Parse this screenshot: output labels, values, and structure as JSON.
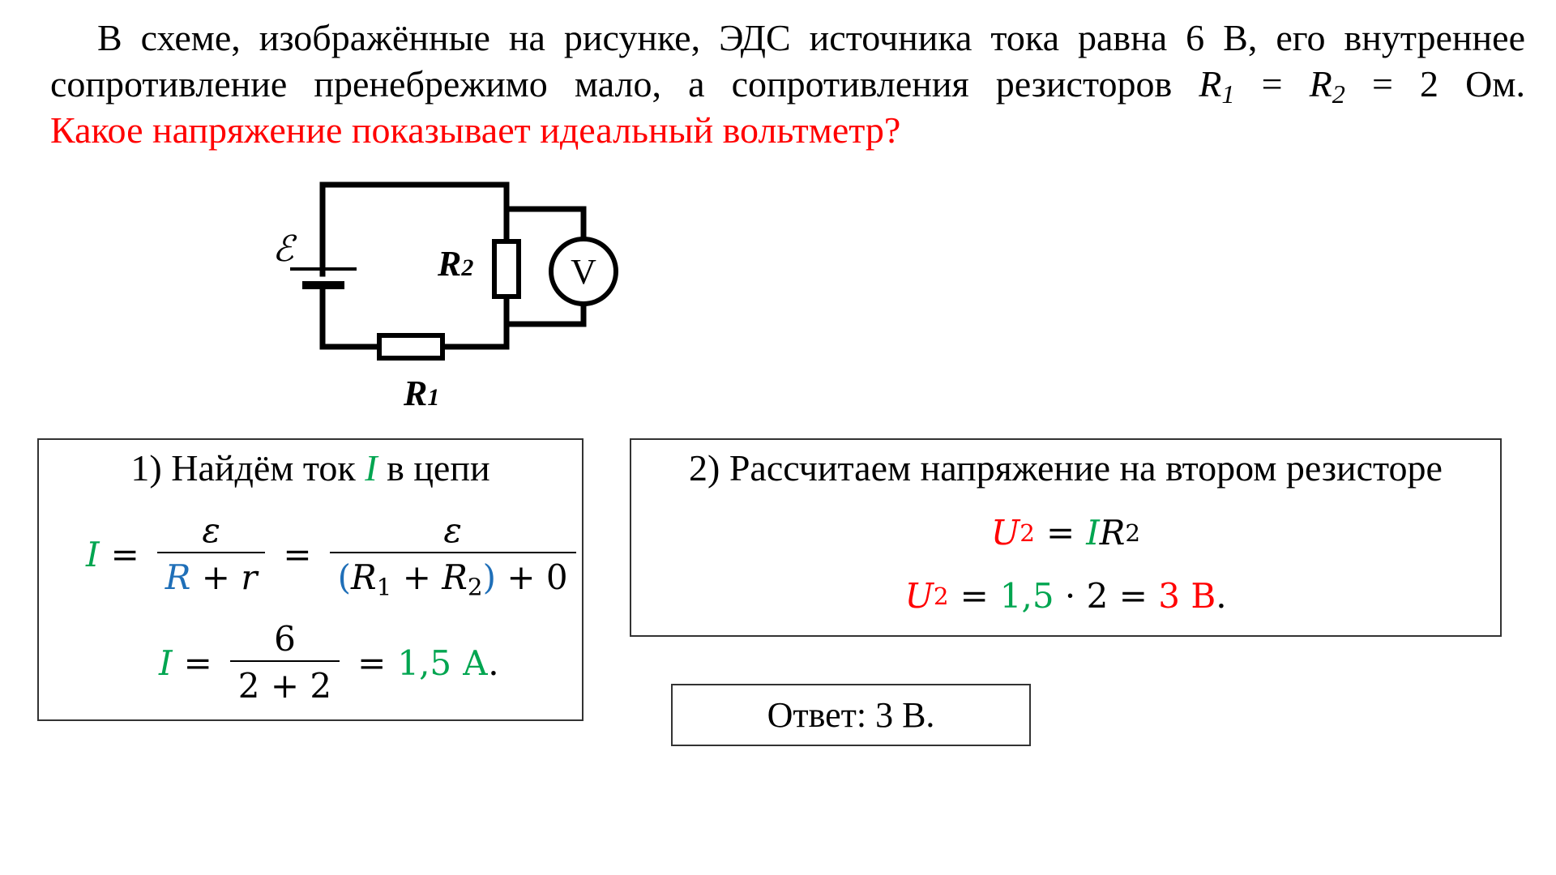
{
  "problem": {
    "line1": "В схеме, изображённые на рисунке, ЭДС источника тока равна 6 В, его внутреннее",
    "line2_prefix": "сопротивление пренебрежимо мало, а сопротивления резисторов ",
    "line2_formula_a": "R",
    "line2_sub_a": "1",
    "line2_eq": " = ",
    "line2_formula_b": "R",
    "line2_sub_b": "2",
    "line2_suffix": " = 2 Ом.",
    "question": "Какое напряжение показывает идеальный вольтметр?"
  },
  "circuit": {
    "emf_label": "ℰ",
    "r1_label": "R",
    "r1_sub": "1",
    "r2_label": "R",
    "r2_sub": "2",
    "voltmeter_label": "V"
  },
  "step1": {
    "title_prefix": "1) Найдём ток ",
    "title_var": "I",
    "title_suffix": " в цепи",
    "eq1": {
      "lhs": "I",
      "eq": "=",
      "num1": "ε",
      "den1_a": "R",
      "den1_plus": "+",
      "den1_b": "r",
      "eq2": "=",
      "num2": "ε",
      "den2_open": "(",
      "den2_r1": "R",
      "den2_r1_sub": "1",
      "den2_plus": "+",
      "den2_r2": "R",
      "den2_r2_sub": "2",
      "den2_close": ")",
      "den2_tail": "+ 0"
    },
    "eq2": {
      "lhs": "I",
      "eq": "=",
      "num": "6",
      "den": "2 + 2",
      "eq2": "=",
      "result": "1,5 А",
      "dot": "."
    }
  },
  "step2": {
    "title": "2) Рассчитаем напряжение на втором резисторе",
    "eq1": {
      "lhs": "U",
      "lhs_sub": "2",
      "eq": "=",
      "i": "I",
      "r": "R",
      "r_sub": "2"
    },
    "eq2": {
      "lhs": "U",
      "lhs_sub": "2",
      "eq": "=",
      "i_val": "1,5",
      "mult": "· 2 =",
      "result": "3 В",
      "dot": "."
    }
  },
  "answer": {
    "text": "Ответ:  3 В."
  },
  "colors": {
    "question": "#ff0000",
    "current": "#00a550",
    "resistance": "#1f6fb8",
    "voltage": "#ff0000"
  }
}
